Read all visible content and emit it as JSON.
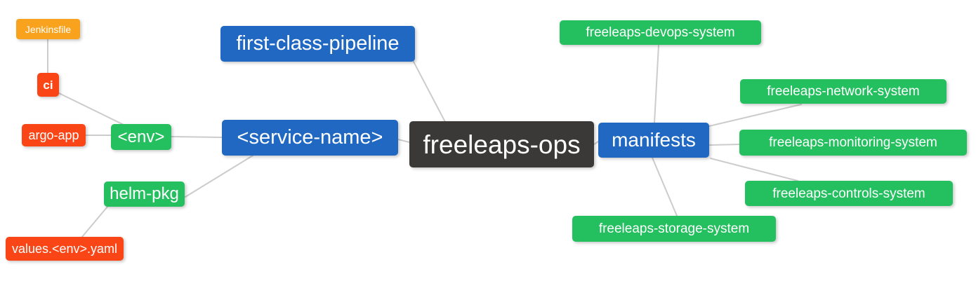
{
  "diagram": {
    "type": "mindmap",
    "root": "freeleaps-ops",
    "colors": {
      "level_root": "#3b3838",
      "level_1_blue": "#2168c2",
      "level_2_green": "#24bf5f",
      "level_3_red": "#fa4616",
      "level_4_orange": "#f9a21e",
      "edge_gray": "#cccccc",
      "node_text": "#ffffff",
      "background": "#ffffff"
    },
    "nodes": {
      "freeleaps_ops": {
        "label": "freeleaps-ops"
      },
      "first_class_pipeline": {
        "label": "first-class-pipeline"
      },
      "service_name": {
        "label": "<service-name>"
      },
      "manifests": {
        "label": "manifests"
      },
      "env": {
        "label": "<env>"
      },
      "helm_pkg": {
        "label": "helm-pkg"
      },
      "ci": {
        "label": "ci"
      },
      "argo_app": {
        "label": "argo-app"
      },
      "jenkinsfile": {
        "label": "Jenkinsfile"
      },
      "values_env_yaml": {
        "label": "values.<env>.yaml"
      },
      "devops": {
        "label": "freeleaps-devops-system"
      },
      "network": {
        "label": "freeleaps-network-system"
      },
      "monitoring": {
        "label": "freeleaps-monitoring-system"
      },
      "controls": {
        "label": "freeleaps-controls-system"
      },
      "storage": {
        "label": "freeleaps-storage-system"
      }
    },
    "edges": [
      [
        "jenkinsfile",
        "ci"
      ],
      [
        "ci",
        "env"
      ],
      [
        "argo_app",
        "env"
      ],
      [
        "env",
        "service_name"
      ],
      [
        "service_name",
        "freeleaps_ops"
      ],
      [
        "first_class_pipeline",
        "freeleaps_ops"
      ],
      [
        "service_name",
        "helm_pkg"
      ],
      [
        "helm_pkg",
        "values_env_yaml"
      ],
      [
        "freeleaps_ops",
        "manifests"
      ],
      [
        "manifests",
        "devops"
      ],
      [
        "manifests",
        "network"
      ],
      [
        "manifests",
        "monitoring"
      ],
      [
        "manifests",
        "controls"
      ],
      [
        "manifests",
        "storage"
      ]
    ]
  }
}
